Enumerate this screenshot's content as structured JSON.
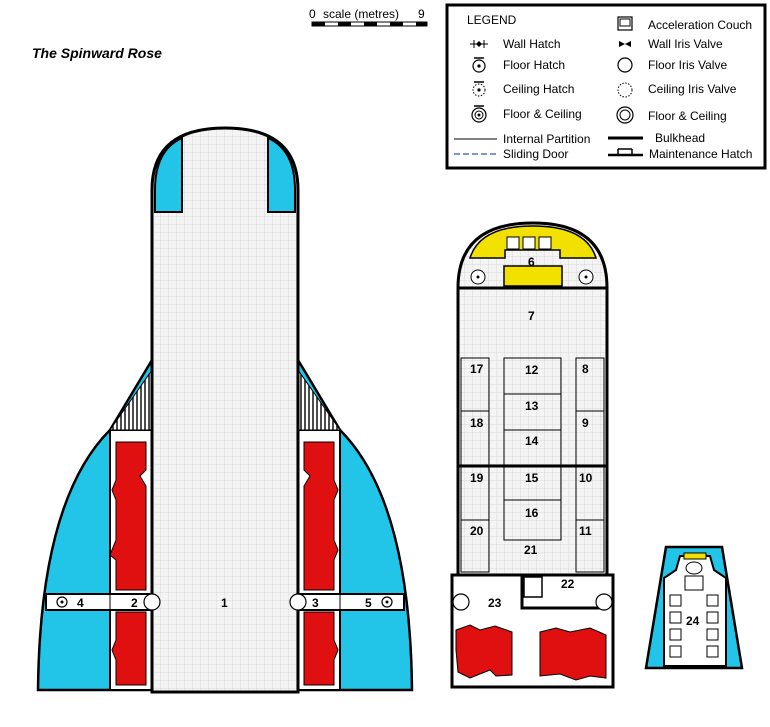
{
  "title": "The Spinward Rose",
  "scale": {
    "zero": "0",
    "label": "scale (metres)",
    "max": "9"
  },
  "legend": {
    "heading": "LEGEND",
    "items": {
      "wall_hatch": "Wall Hatch",
      "floor_hatch": "Floor Hatch",
      "ceiling_hatch": "Ceiling Hatch",
      "floor_ceiling_hatch": "Floor & Ceiling",
      "acceleration_couch": "Acceleration Couch",
      "wall_iris_valve": "Wall Iris Valve",
      "floor_iris_valve": "Floor Iris Valve",
      "ceiling_iris_valve": "Ceiling Iris Valve",
      "floor_ceiling_iris": "Floor & Ceiling",
      "internal_partition": "Internal Partition",
      "sliding_door": "Sliding Door",
      "bulkhead": "Bulkhead",
      "maintenance_hatch": "Maintenance Hatch"
    }
  },
  "rooms": {
    "r1": "1",
    "r2": "2",
    "r3": "3",
    "r4": "4",
    "r5": "5",
    "r6": "6",
    "r7": "7",
    "r8": "8",
    "r9": "9",
    "r10": "10",
    "r11": "11",
    "r12": "12",
    "r13": "13",
    "r14": "14",
    "r15": "15",
    "r16": "16",
    "r17": "17",
    "r18": "18",
    "r19": "19",
    "r20": "20",
    "r21": "21",
    "r22": "22",
    "r23": "23",
    "r24": "24"
  },
  "colors": {
    "hull_blue": "#22c4e8",
    "engine_red": "#e01010",
    "cockpit_yellow": "#f2e000",
    "deck_grid": "#d8d8d8",
    "deck_fill": "#f4f4f4",
    "wall": "#000000"
  }
}
